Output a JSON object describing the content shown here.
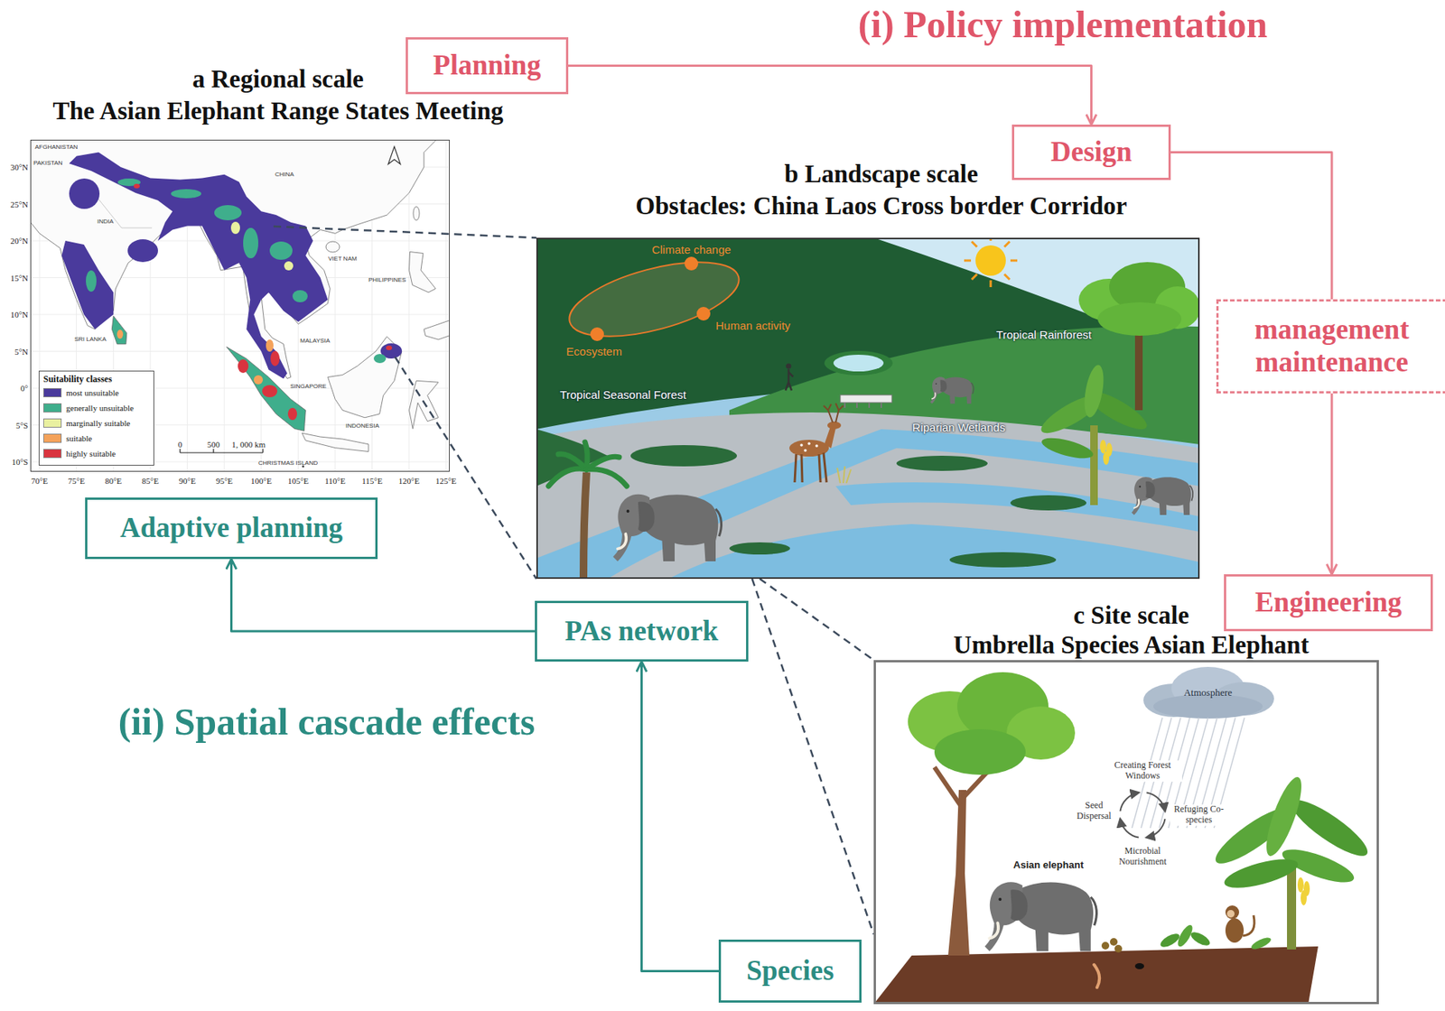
{
  "diagram": {
    "nodes": [
      {
        "text": [
          "Planning"
        ]
      },
      {
        "text": [
          "Design"
        ]
      },
      {
        "text": [
          "a Regional scale",
          "The Asian Elephant Range States Meeting"
        ]
      },
      {
        "text": [
          "b Landscape scale",
          "Obstacles: China Laos Cross border Corridor"
        ]
      },
      {
        "text": [
          "management maintenance"
        ]
      },
      {
        "text": [
          "Adaptive planning"
        ]
      },
      {
        "text": [
          "PAs network"
        ]
      },
      {
        "text": [
          "Engineering"
        ]
      },
      {
        "text": [
          "c Site scale",
          "Umbrella Species Asian Elephant"
        ]
      },
      {
        "text": [
          "Species"
        ]
      }
    ],
    "edges": [
      {
        "from": 0,
        "to": 1,
        "arrow": "to"
      },
      {
        "from": 1,
        "to": 4,
        "arrow": "none"
      },
      {
        "from": 4,
        "to": 7,
        "arrow": "to"
      },
      {
        "from": 9,
        "to": 6,
        "arrow": "to"
      },
      {
        "from": 6,
        "to": 5,
        "arrow": "to"
      }
    ],
    "labels": [
      "(i) Policy implementation",
      "(ii) Spatial cascade effects",
      "30°N",
      "25°N",
      "20°N",
      "15°N",
      "10°N",
      "5°N",
      "0°",
      "5°S",
      "10°S",
      "70°E",
      "75°E",
      "80°E",
      "85°E",
      "90°E",
      "95°E",
      "100°E",
      "105°E",
      "110°E",
      "115°E",
      "120°E",
      "125°E",
      "AFGHANISTAN",
      "PAKISTAN",
      "INDIA",
      "CHINA",
      "VIET NAM",
      "PHILIPPINES",
      "SRI LANKA",
      "MALAYSIA",
      "SINGAPORE",
      "INDONESIA",
      "CHRISTMAS ISLAND",
      "Suitability classes",
      "0",
      "500",
      "1, 000 km",
      "Climate change",
      "Ecosystem",
      "Human activity",
      "Tropical Rainforest",
      "Tropical Seasonal Forest",
      "Riparian Wetlands",
      "Atmosphere",
      "Creating Forest Windows",
      "Seed Dispersal",
      "Refuging Co-species",
      "Microbial Nourishment",
      "Asian elephant"
    ],
    "legend": [
      {
        "text": "most unsuitable",
        "color": "#4a3a9c"
      },
      {
        "text": "generally unsuitable",
        "color": "#3fae8c"
      },
      {
        "text": "marginally suitable",
        "color": "#e9f0a0"
      },
      {
        "text": "suitable",
        "color": "#f4a25a"
      },
      {
        "text": "highly suitable",
        "color": "#d9343f"
      }
    ]
  }
}
